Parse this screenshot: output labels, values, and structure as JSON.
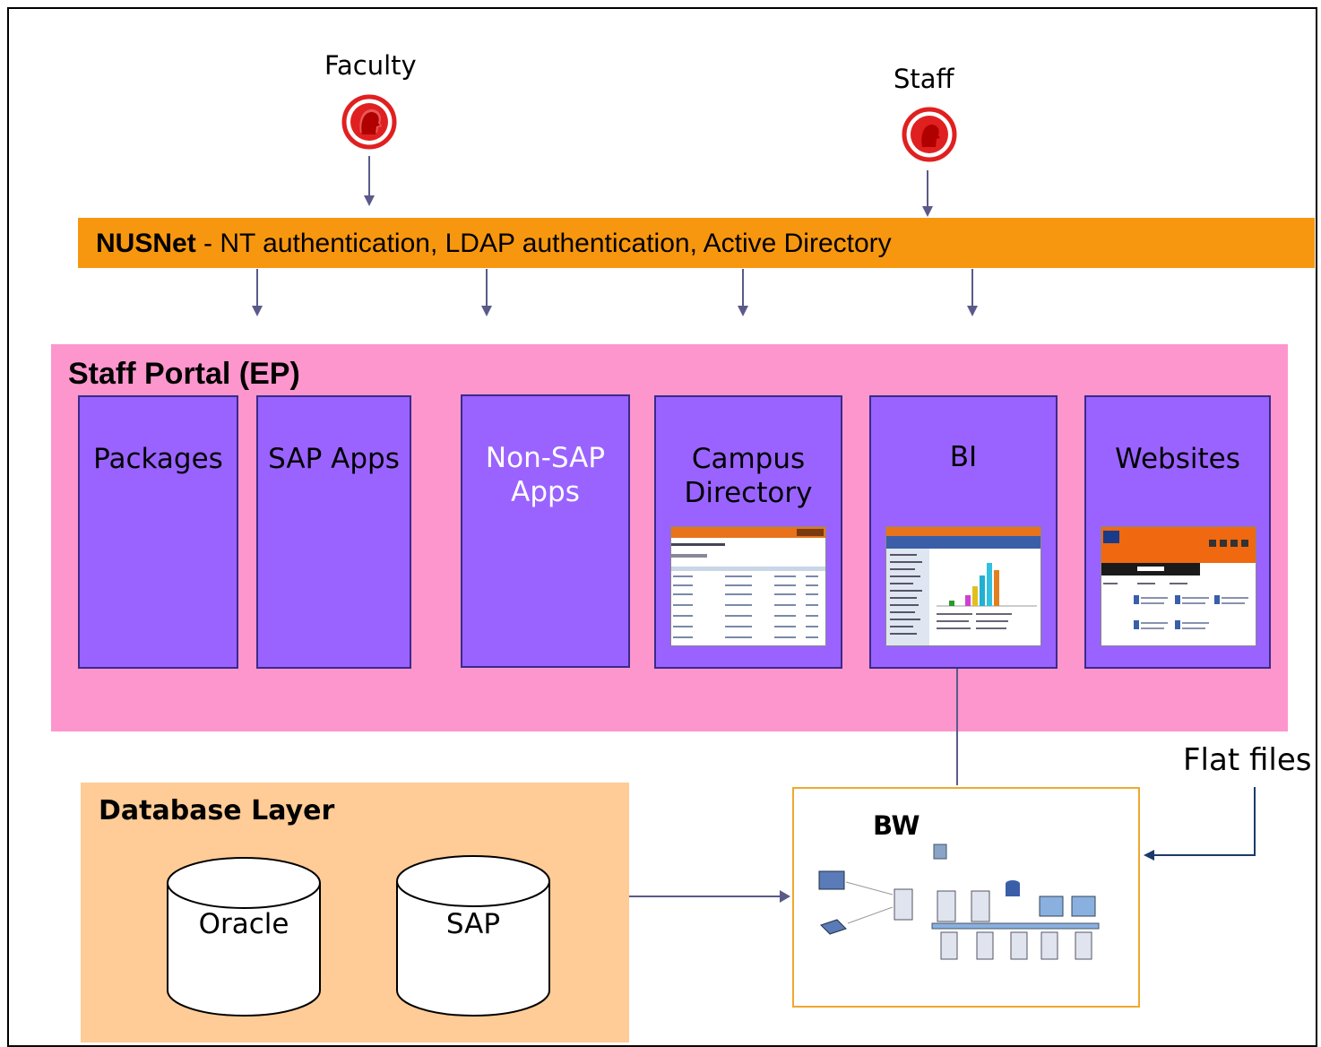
{
  "roles": {
    "faculty": "Faculty",
    "staff": "Staff"
  },
  "nusnet": {
    "name": "NUSNet",
    "description": " - NT authentication, LDAP authentication, Active Directory"
  },
  "portal": {
    "title": "Staff Portal (EP)",
    "boxes": [
      {
        "label": "Packages"
      },
      {
        "label": "SAP Apps"
      },
      {
        "label": "Non-SAP Apps"
      },
      {
        "label": "Campus Directory"
      },
      {
        "label": "BI"
      },
      {
        "label": "Websites"
      }
    ]
  },
  "database": {
    "title": "Database Layer",
    "stores": [
      "Oracle",
      "SAP"
    ]
  },
  "bw": {
    "title": "BW"
  },
  "flat_files": "Flat files",
  "colors": {
    "nusnet_bar": "#f7970f",
    "portal_bg": "#fd96cd",
    "app_box": "#9a63ff",
    "db_layer": "#ffcb96",
    "bw_border": "#f0a830",
    "arrow": "#5a5a8a",
    "person_icon": "#e02020"
  }
}
